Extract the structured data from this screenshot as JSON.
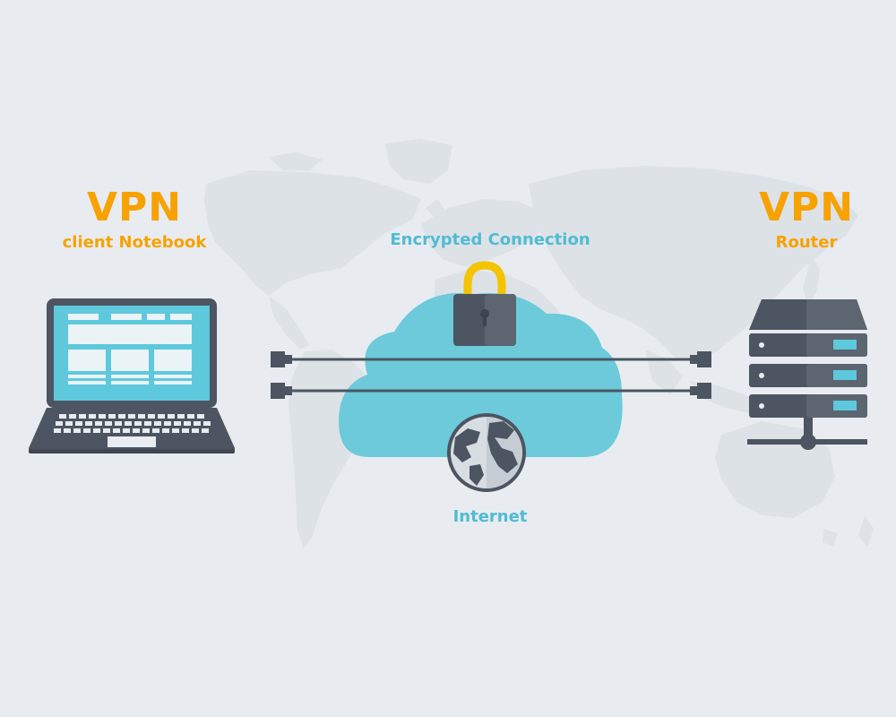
{
  "colors": {
    "background": "#e8ecf0",
    "map": "#dde2e7",
    "accent_orange": "#f7a200",
    "accent_cyan": "#4fbcd3",
    "device_dark": "#4c5561",
    "device_shadow": "#5c6570",
    "screen": "#5ec8dc",
    "cloud": "#6ccadb",
    "lock_shackle": "#f4c400"
  },
  "client": {
    "title": "VPN",
    "subtitle": "client Notebook",
    "icon": "laptop-icon"
  },
  "router": {
    "title": "VPN",
    "subtitle": "Router",
    "icon": "server-rack-icon"
  },
  "connection": {
    "label": "Encrypted Connection",
    "icon": "padlock-icon"
  },
  "internet": {
    "label": "Internet",
    "icon": "globe-icon"
  }
}
